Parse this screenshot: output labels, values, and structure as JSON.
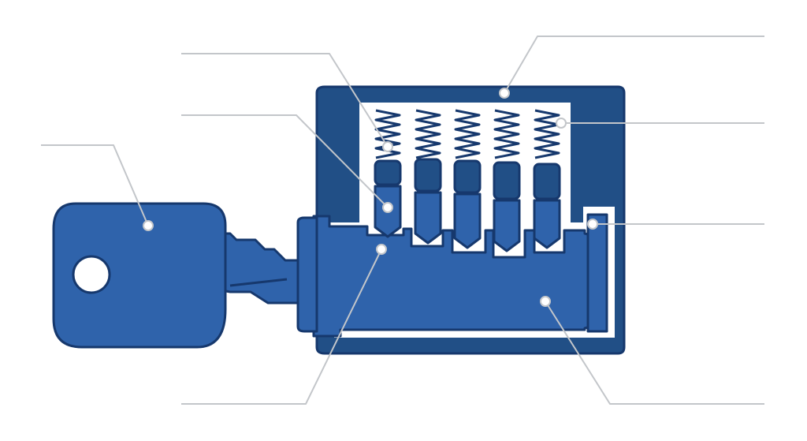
{
  "diagram": {
    "kind": "pin-tumbler-lock-cutaway",
    "colors": {
      "housing": "#214f86",
      "outline": "#16386d",
      "plug": "#2f63ab",
      "key": "#2f63ab",
      "driver_pin": "#214f86",
      "key_pin": "#2f63ab",
      "spring": "#16386d",
      "gap": "#ffffff",
      "leader_line": "#c3c6ca",
      "background": "#ffffff"
    },
    "pin_stacks": 5,
    "callouts": [
      {
        "id": "key-bow",
        "label": ""
      },
      {
        "id": "key-pin",
        "label": ""
      },
      {
        "id": "spring",
        "label": ""
      },
      {
        "id": "housing",
        "label": ""
      },
      {
        "id": "spring-right",
        "label": ""
      },
      {
        "id": "shear-line",
        "label": ""
      },
      {
        "id": "plug",
        "label": ""
      },
      {
        "id": "cylinder",
        "label": ""
      }
    ]
  }
}
